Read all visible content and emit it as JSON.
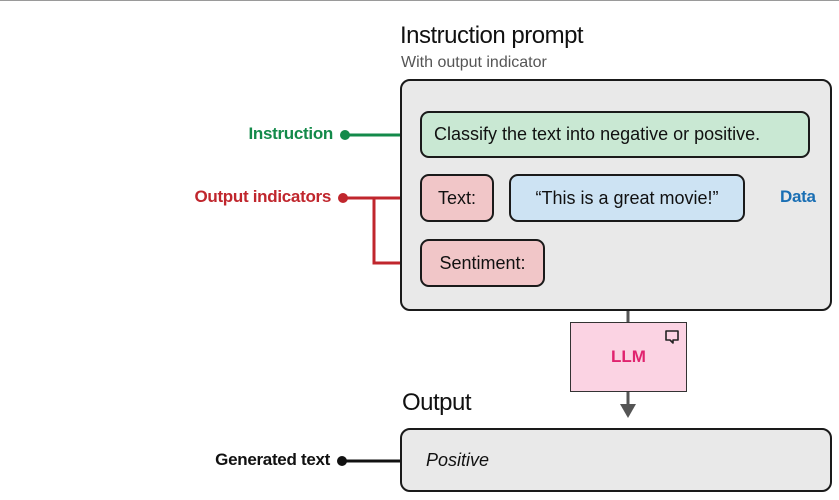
{
  "prompt": {
    "title": "Instruction prompt",
    "subtitle": "With output indicator",
    "instruction_text": "Classify the text into negative or positive.",
    "text_label": "Text:",
    "data_text": "“This is a great movie!”",
    "sentiment_label": "Sentiment:"
  },
  "labels": {
    "instruction": "Instruction",
    "output_indicators": "Output indicators",
    "data": "Data",
    "generated_text": "Generated text"
  },
  "model": {
    "name": "LLM"
  },
  "output": {
    "title": "Output",
    "value": "Positive"
  },
  "colors": {
    "instruction": "#138a4a",
    "output_indicators": "#c0262d",
    "data": "#1a6fb4",
    "generated_text": "#111111"
  }
}
